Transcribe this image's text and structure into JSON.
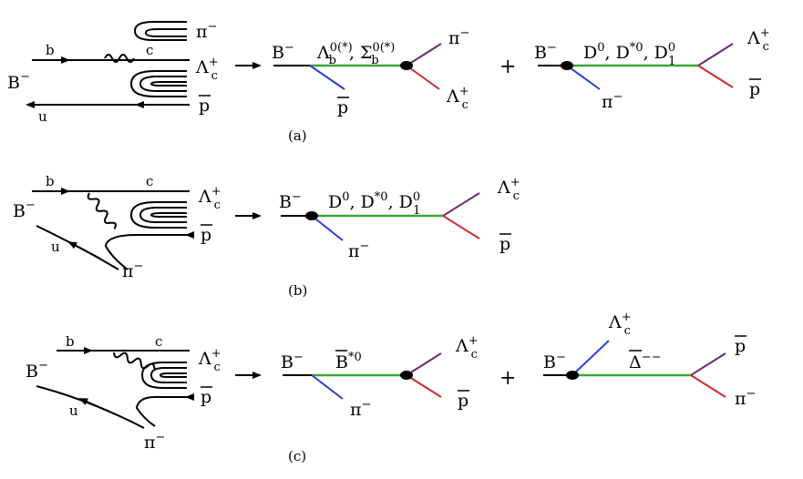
{
  "colors": {
    "ink": "#000000",
    "green": "#3fa535",
    "purple": "#6a2a6e",
    "red": "#d22a2a",
    "blue": "#2a3fd0"
  },
  "panels": {
    "a": {
      "caption": "(a)",
      "quark": {
        "b": "b",
        "c": "c",
        "u": "u",
        "B": "B",
        "Bsup": "−",
        "pi": "π",
        "pisup": "−",
        "Lam": "Λ",
        "Lamsub": "c",
        "Lamsup": "+",
        "pbar": "p"
      },
      "d1": {
        "B": "B",
        "Bsup": "−",
        "prop1": "Λ",
        "prop1sub": "b",
        "prop1sup": "0(*)",
        "comma": ",",
        "prop2": "Σ",
        "prop2sub": "b",
        "prop2sup": "0(*)",
        "pbar": "p",
        "pi": "π",
        "pisup": "−",
        "Lam": "Λ",
        "Lamsub": "c",
        "Lamsup": "+"
      },
      "plus": "+",
      "d2": {
        "B": "B",
        "Bsup": "−",
        "D0": "D",
        "D0sup": "0",
        "c1": ",",
        "Ds": "D",
        "Dssup": "*0",
        "c2": ",",
        "D1": "D",
        "D1sub": "1",
        "D1sup": "0",
        "pi": "π",
        "pisup": "−",
        "Lam": "Λ",
        "Lamsub": "c",
        "Lamsup": "+",
        "pbar": "p"
      }
    },
    "b": {
      "caption": "(b)",
      "quark": {
        "b": "b",
        "c": "c",
        "u": "u",
        "B": "B",
        "Bsup": "−",
        "pi": "π",
        "pisup": "−",
        "Lam": "Λ",
        "Lamsub": "c",
        "Lamsup": "+",
        "pbar": "p"
      },
      "d1": {
        "B": "B",
        "Bsup": "−",
        "D0": "D",
        "D0sup": "0",
        "c1": ",",
        "Ds": "D",
        "Dssup": "*0",
        "c2": ",",
        "D1": "D",
        "D1sub": "1",
        "D1sup": "0",
        "pi": "π",
        "pisup": "−",
        "Lam": "Λ",
        "Lamsub": "c",
        "Lamsup": "+",
        "pbar": "p"
      }
    },
    "c": {
      "caption": "(c)",
      "quark": {
        "b": "b",
        "c": "c",
        "u": "u",
        "B": "B",
        "Bsup": "−",
        "pi": "π",
        "pisup": "−",
        "Lam": "Λ",
        "Lamsub": "c",
        "Lamsup": "+",
        "pbar": "p"
      },
      "d1": {
        "B": "B",
        "Bsup": "−",
        "prop": "B",
        "propsup": "*0",
        "pi": "π",
        "pisup": "−",
        "Lam": "Λ",
        "Lamsub": "c",
        "Lamsup": "+",
        "pbar": "p"
      },
      "plus": "+",
      "d2": {
        "B": "B",
        "Bsup": "−",
        "Lam": "Λ",
        "Lamsub": "c",
        "Lamsup": "+",
        "Delta": "Δ",
        "Deltasup": "−−",
        "pbar": "p",
        "pi": "π",
        "pisup": "−"
      }
    }
  }
}
